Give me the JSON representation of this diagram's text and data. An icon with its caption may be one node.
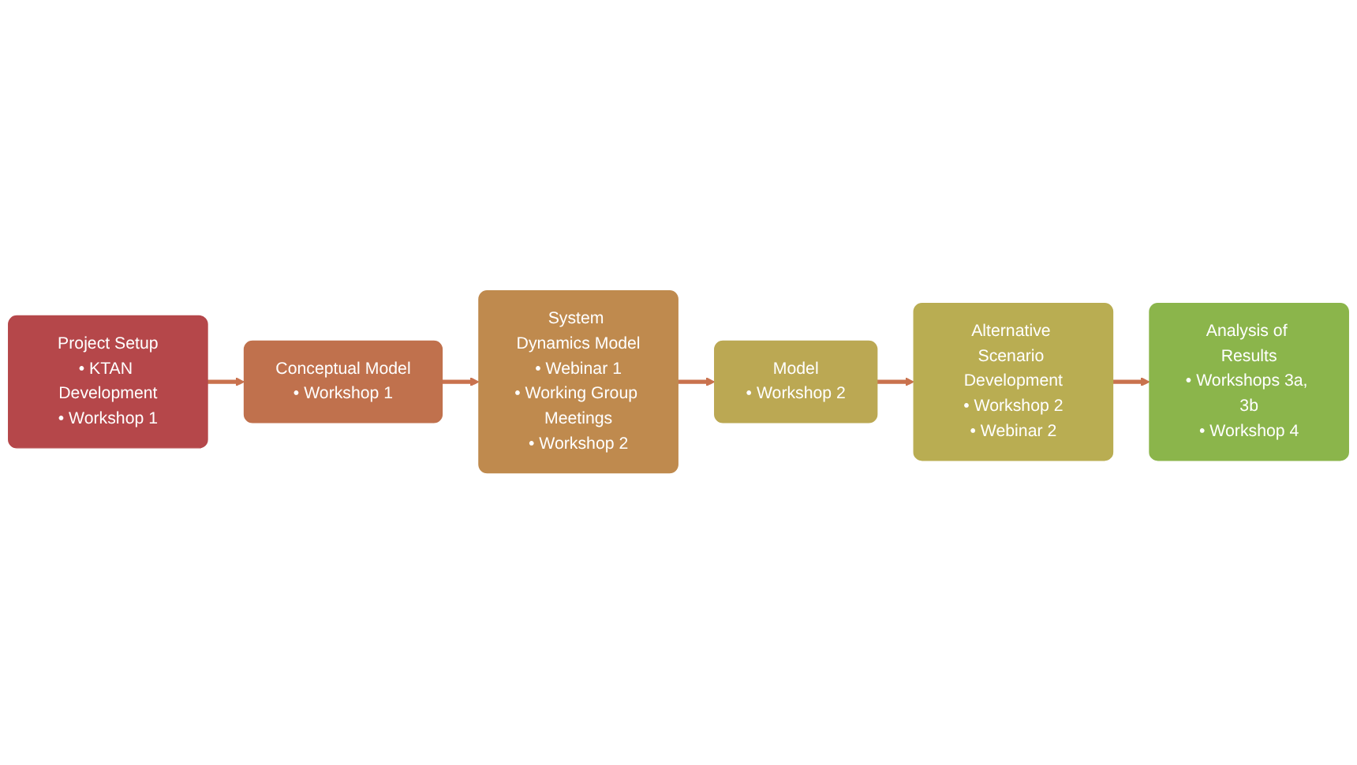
{
  "diagram": {
    "nodes": [
      {
        "text": [
          "Project Setup",
          "• KTAN Development",
          "• Workshop 1"
        ]
      },
      {
        "text": [
          "Conceptual Model",
          "• Workshop 1"
        ]
      },
      {
        "text": [
          "System Dynamics Model",
          "• Webinar 1",
          "• Working Group Meetings",
          "• Workshop 2"
        ]
      },
      {
        "text": [
          "Model",
          "• Workshop 2"
        ]
      },
      {
        "text": [
          "Alternative Scenario Development",
          "• Workshop 2",
          "• Webinar 2"
        ]
      },
      {
        "text": [
          "Analysis of Results",
          "• Workshops 3a, 3b",
          "• Workshop 4"
        ]
      }
    ],
    "edges": [
      {
        "from": 0,
        "to": 1,
        "arrow": "to"
      },
      {
        "from": 1,
        "to": 2,
        "arrow": "to"
      },
      {
        "from": 2,
        "to": 3,
        "arrow": "to"
      },
      {
        "from": 3,
        "to": 4,
        "arrow": "to"
      },
      {
        "from": 4,
        "to": 5,
        "arrow": "to"
      }
    ]
  }
}
